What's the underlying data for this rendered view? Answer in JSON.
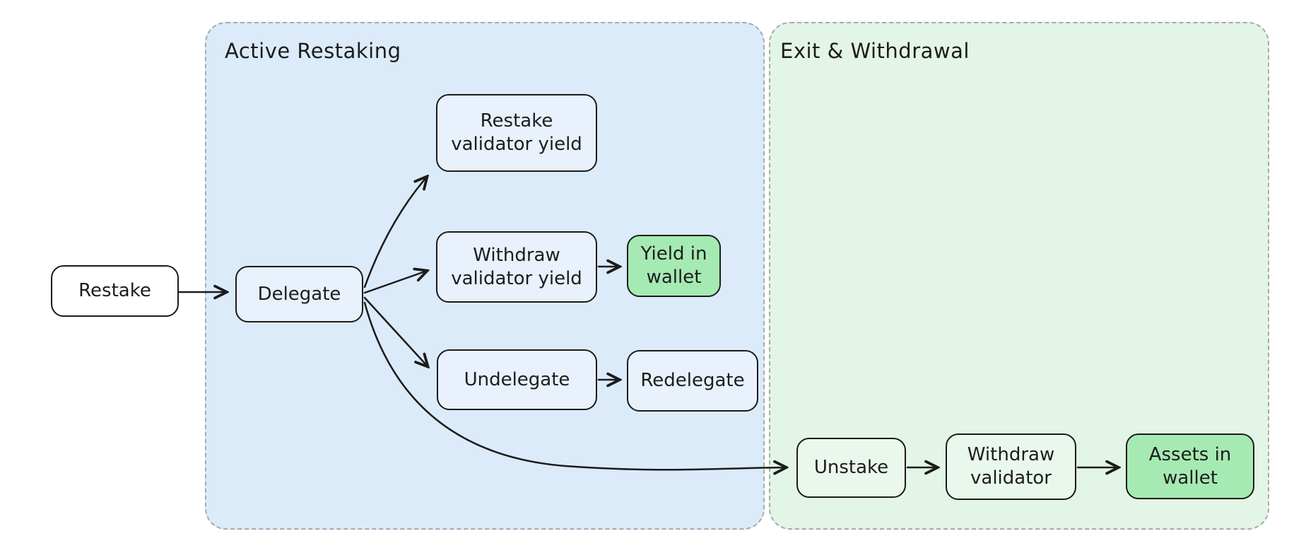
{
  "diagram": {
    "type": "flowchart",
    "groups": {
      "active_restaking": {
        "title": "Active Restaking",
        "fill": "#dcebf9",
        "border_style": "dashed",
        "border_color": "#a6aaae"
      },
      "exit_withdrawal": {
        "title": "Exit & Withdrawal",
        "fill": "#e3f5e6",
        "border_style": "dashed",
        "border_color": "#a6aaae"
      }
    },
    "nodes": {
      "restake": {
        "lines": [
          "Restake"
        ],
        "fill": "#ffffff",
        "group": null
      },
      "delegate": {
        "lines": [
          "Delegate"
        ],
        "fill": "#e8f1fc",
        "group": "active_restaking"
      },
      "restake_val_yield": {
        "lines": [
          "Restake",
          "validator yield"
        ],
        "fill": "#e8f1fc",
        "group": "active_restaking"
      },
      "withdraw_val_yield": {
        "lines": [
          "Withdraw",
          "validator yield"
        ],
        "fill": "#e8f1fc",
        "group": "active_restaking"
      },
      "yield_in_wallet": {
        "lines": [
          "Yield in",
          "wallet"
        ],
        "fill": "#a5eab3",
        "group": "active_restaking"
      },
      "undelegate": {
        "lines": [
          "Undelegate"
        ],
        "fill": "#e8f1fc",
        "group": "active_restaking"
      },
      "redelegate": {
        "lines": [
          "Redelegate"
        ],
        "fill": "#e8f1fc",
        "group": "active_restaking"
      },
      "unstake": {
        "lines": [
          "Unstake"
        ],
        "fill": "#eaf7ec",
        "group": "exit_withdrawal"
      },
      "withdraw_validator": {
        "lines": [
          "Withdraw",
          "validator"
        ],
        "fill": "#eaf7ec",
        "group": "exit_withdrawal"
      },
      "assets_in_wallet": {
        "lines": [
          "Assets in",
          "wallet"
        ],
        "fill": "#a5eab3",
        "group": "exit_withdrawal"
      }
    },
    "edges": [
      {
        "from": "restake",
        "to": "delegate"
      },
      {
        "from": "delegate",
        "to": "restake_val_yield"
      },
      {
        "from": "delegate",
        "to": "withdraw_val_yield"
      },
      {
        "from": "delegate",
        "to": "undelegate"
      },
      {
        "from": "delegate",
        "to": "unstake"
      },
      {
        "from": "withdraw_val_yield",
        "to": "yield_in_wallet"
      },
      {
        "from": "undelegate",
        "to": "redelegate"
      },
      {
        "from": "unstake",
        "to": "withdraw_validator"
      },
      {
        "from": "withdraw_validator",
        "to": "assets_in_wallet"
      }
    ],
    "colors": {
      "node_border": "#1b1b1b",
      "edge_stroke": "#1b1b1b",
      "text": "#1d1d1d",
      "group_blue_fill": "#dcebf9",
      "group_green_fill": "#e3f5e6",
      "node_blue_fill": "#e8f1fc",
      "node_light_green_fill": "#eaf7ec",
      "node_green_fill": "#a5eab3",
      "node_white_fill": "#ffffff",
      "group_border": "#a6aaae"
    }
  }
}
